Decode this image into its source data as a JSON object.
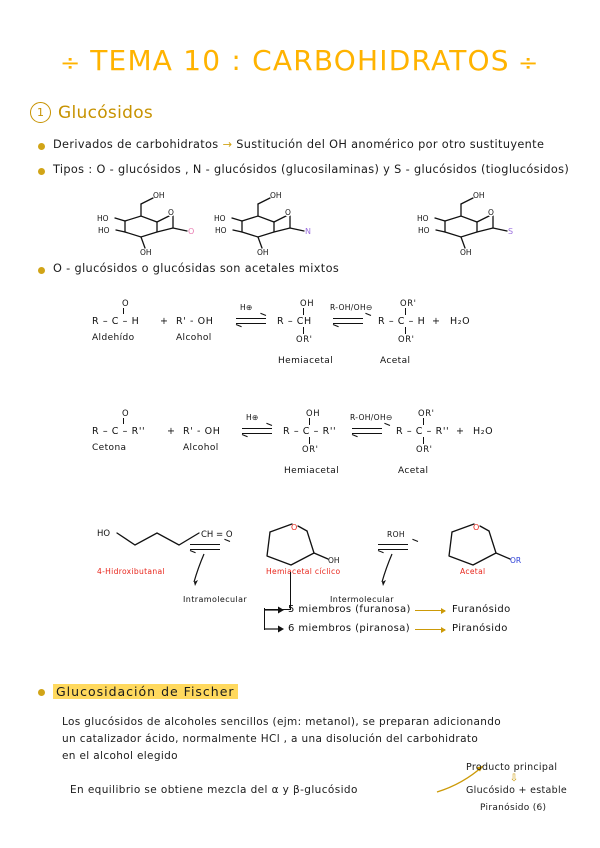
{
  "page": {
    "title_deco_left": "÷",
    "title_text": "TEMA 10 : CARBOHIDRATOS",
    "title_deco_right": "÷",
    "title_color": "#ffb300",
    "accent_color": "#c79200",
    "bullet_color": "#d1a417",
    "highlight_color": "#ffd95e",
    "red_color": "#e8261c",
    "blue_color": "#2b3fd8",
    "purple_color": "#9b6ede",
    "pink_color": "#e87ab0"
  },
  "section": {
    "number": "1",
    "title": "Glucósidos"
  },
  "bullets": [
    {
      "text_a": "Derivados de carbohidratos",
      "arrow": "→",
      "text_b": "Sustitución del OH anomérico por otro sustituyente"
    },
    {
      "text": "Tipos : O - glucósidos ,  N - glucósidos  (glucosilaminas)   y   S - glucósidos  (tioglucósidos)"
    },
    {
      "text": "O - glucósidos  o  glucósidas  son  acetales  mixtos"
    },
    {
      "text": "Glucosidación de Fischer",
      "highlighted": true
    }
  ],
  "sugar_structures": [
    {
      "substituent": "O",
      "substituent_color": "#e87ab0",
      "labels": [
        "OH",
        "HO",
        "HO",
        "OH"
      ]
    },
    {
      "substituent": "N",
      "substituent_color": "#9b6ede",
      "labels": [
        "OH",
        "HO",
        "HO",
        "OH"
      ]
    },
    {
      "substituent": "S",
      "substituent_color": "#9b6ede",
      "labels": [
        "OH",
        "HO",
        "HO",
        "OH"
      ]
    }
  ],
  "acetal_scheme": {
    "rows": [
      {
        "reactant1_formula": "R – C – H",
        "reactant1_top": "O",
        "reactant1_name": "Aldehído",
        "plus": "+",
        "reactant2_formula": "R' - OH",
        "reactant2_name": "Alcohol",
        "arrow1_label": "H⊕",
        "mid_top": "OH",
        "mid_formula": "R – CH",
        "mid_bottom": "OR'",
        "mid_name": "Hemiacetal",
        "arrow2_label": "R-OH/OH⊖",
        "prod_top": "OR'",
        "prod_formula": "R – C – H",
        "prod_bottom": "OR'",
        "prod_plus": "+",
        "prod_water": "H₂O",
        "prod_name": "Acetal"
      },
      {
        "reactant1_formula": "R – C – R''",
        "reactant1_top": "O",
        "reactant1_name": "Cetona",
        "plus": "+",
        "reactant2_formula": "R' - OH",
        "reactant2_name": "Alcohol",
        "arrow1_label": "H⊕",
        "mid_top": "OH",
        "mid_formula": "R – C – R''",
        "mid_bottom": "OR'",
        "mid_name": "Hemiacetal",
        "arrow2_label": "R-OH/OH⊖",
        "prod_top": "OR'",
        "prod_formula": "R – C – R''",
        "prod_bottom": "OR'",
        "prod_plus": "+",
        "prod_water": "H₂O",
        "prod_name": "Acetal"
      }
    ]
  },
  "cyclization_scheme": {
    "chain_left_label": "HO",
    "chain_right_label": "CH = O",
    "chain_name": "4-Hidroxibutanal",
    "arrow1_note": "Intramolecular",
    "ring1_o": "O",
    "ring1_sub": "OH",
    "ring1_name": "Hemiacetal cíclico",
    "arrow2_label": "ROH",
    "arrow2_note": "Intermolecular",
    "ring2_o": "O",
    "ring2_sub": "OR",
    "ring2_name": "Acetal",
    "branches": [
      {
        "members": "5  miembros  (furanosa)",
        "arrow": "→",
        "result": "Furanósido"
      },
      {
        "members": "6  miembros  (piranosa)",
        "arrow": "→",
        "result": "Piranósido"
      }
    ]
  },
  "fischer": {
    "paragraph_lines": [
      "Los glucósidos de alcoholes sencillos (ejm: metanol), se preparan adicionando",
      "un catalizador ácido, normalmente HCl , a una disolución del carbohidrato",
      "en el alcohol elegido"
    ],
    "equilibrium_line": "En equilibrio se obtiene mezcla del  α  y  β-glucósido",
    "callout": {
      "line1": "Producto principal",
      "down_arrow": "⇩",
      "line2": "Glucósido + estable",
      "line3": "Piranósido (6)"
    }
  }
}
